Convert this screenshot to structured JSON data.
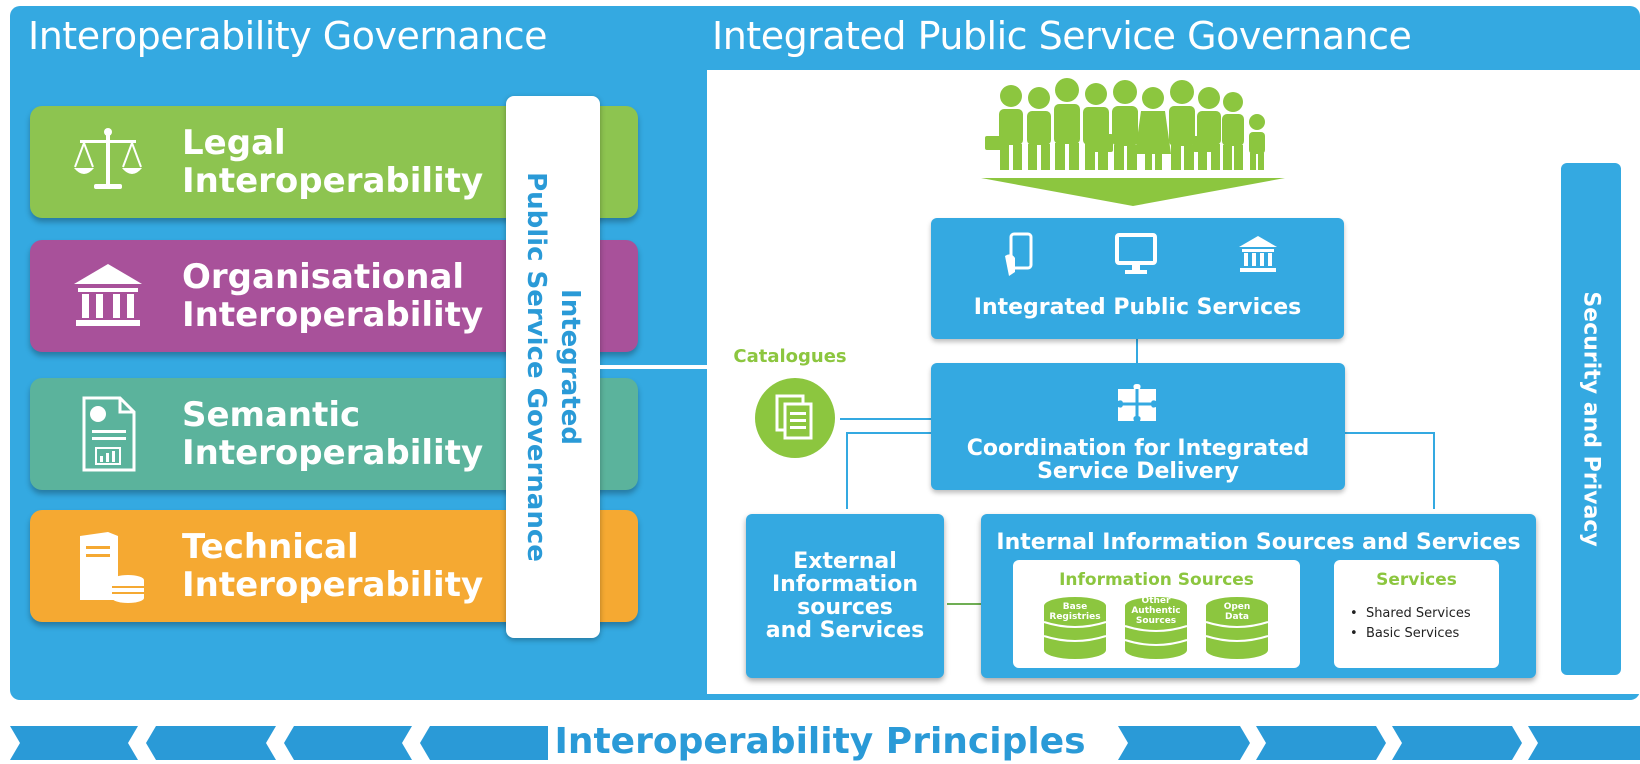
{
  "headings": {
    "left": "Interoperability Governance",
    "right": "Integrated Public Service Governance"
  },
  "layers": [
    {
      "line1": "Legal",
      "line2": "Interoperability",
      "color": "#8dc450",
      "icon": "scales-icon"
    },
    {
      "line1": "Organisational",
      "line2": "Interoperability",
      "color": "#a8519a",
      "icon": "institution-icon"
    },
    {
      "line1": "Semantic",
      "line2": "Interoperability",
      "color": "#5bb39c",
      "icon": "document-icon"
    },
    {
      "line1": "Technical",
      "line2": "Interoperability",
      "color": "#f5a932",
      "icon": "server-icon"
    }
  ],
  "vertical_bar": {
    "line1": "Integrated",
    "line2": "Public Service Governance"
  },
  "catalogues": {
    "label": "Catalogues",
    "icon": "catalogue-icon"
  },
  "integrated_services": {
    "title": "Integrated Public Services",
    "icons": [
      "mobile-icon",
      "monitor-icon",
      "institution-icon"
    ]
  },
  "coordination": {
    "line1": "Coordination for Integrated",
    "line2": "Service Delivery",
    "icon": "puzzle-icon"
  },
  "external": {
    "line1": "External",
    "line2": "Information",
    "line3": "sources",
    "line4": "and Services"
  },
  "internal": {
    "title": "Internal Information Sources and Services",
    "info_sources": {
      "title": "Information Sources",
      "disks": [
        {
          "line1": "Base",
          "line2": "Registries",
          "line3": ""
        },
        {
          "line1": "Other",
          "line2": "Authentic",
          "line3": "Sources"
        },
        {
          "line1": "Open",
          "line2": "Data",
          "line3": ""
        }
      ]
    },
    "services": {
      "title": "Services",
      "items": [
        "Shared Services",
        "Basic Services"
      ]
    }
  },
  "security": "Security and Privacy",
  "principles": "Interoperability Principles",
  "colors": {
    "blue": "#34a9e1",
    "text_blue": "#2a9ad7",
    "green": "#8cc63f"
  }
}
